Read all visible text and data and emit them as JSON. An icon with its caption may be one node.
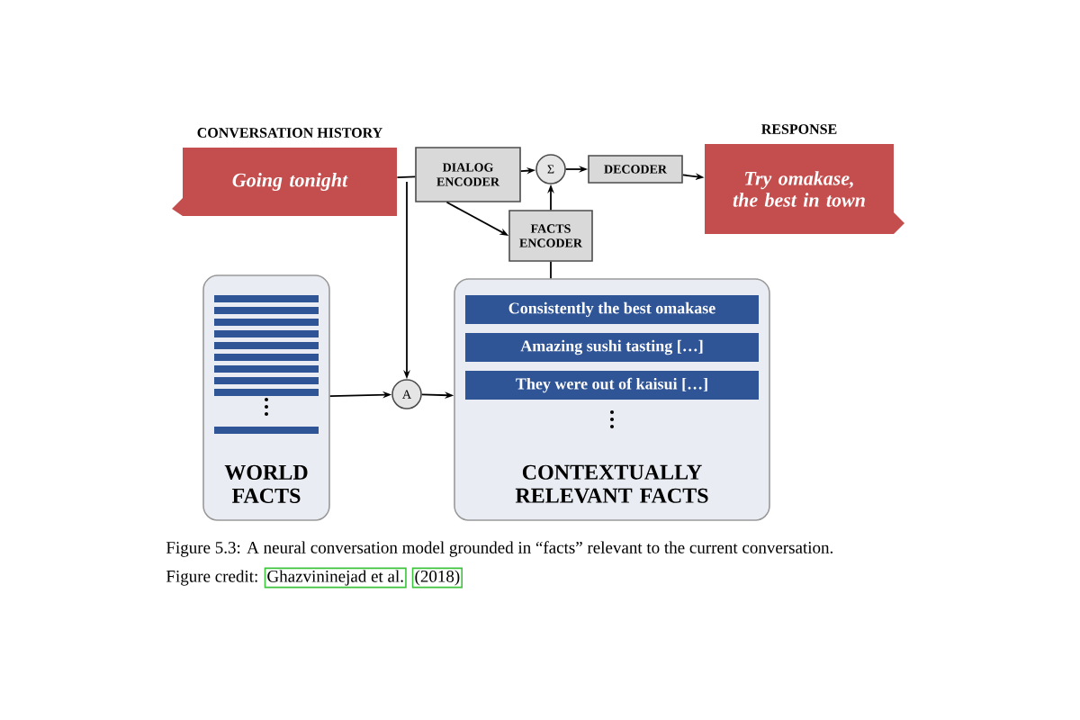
{
  "diagram": {
    "caption": "Figure 5.3: A neural conversation model grounded in “facts” relevant to the current conversation.",
    "nodes": [
      {
        "text": [
          "CONVERSATION HISTORY",
          "Going tonight"
        ]
      },
      {
        "text": [
          "DIALOG ENCODER"
        ]
      },
      {
        "text": [
          "Σ"
        ]
      },
      {
        "text": [
          "DECODER"
        ]
      },
      {
        "text": [
          "RESPONSE",
          "Try omakase, the best in town"
        ]
      },
      {
        "text": [
          "FACTS ENCODER"
        ]
      },
      {
        "text": [
          "WORLD FACTS"
        ]
      },
      {
        "text": [
          "A"
        ]
      },
      {
        "text": [
          "CONTEXTUALLY RELEVANT FACTS"
        ]
      },
      {
        "text": [
          "Consistently the best omakase"
        ],
        "in": 8
      },
      {
        "text": [
          "Amazing sushi tasting […]"
        ],
        "in": 8
      },
      {
        "text": [
          "They were out of kaisui […]"
        ],
        "in": 8
      }
    ],
    "edges": [
      {
        "from": 0,
        "to": 1,
        "arrow": "none"
      },
      {
        "from": 0,
        "to": 7,
        "arrow": "to"
      },
      {
        "from": 1,
        "to": 2,
        "arrow": "to"
      },
      {
        "from": 1,
        "to": 5,
        "arrow": "to"
      },
      {
        "from": 5,
        "to": 2,
        "arrow": "to"
      },
      {
        "from": 2,
        "to": 3,
        "arrow": "to"
      },
      {
        "from": 3,
        "to": 4,
        "arrow": "to"
      },
      {
        "from": 6,
        "to": 7,
        "arrow": "to"
      },
      {
        "from": 7,
        "to": 8,
        "arrow": "to"
      },
      {
        "from": 8,
        "to": 5,
        "arrow": "none"
      }
    ],
    "labels": [
      "Figure credit:",
      "Ghazvininejad et al.",
      "(2018)"
    ]
  }
}
